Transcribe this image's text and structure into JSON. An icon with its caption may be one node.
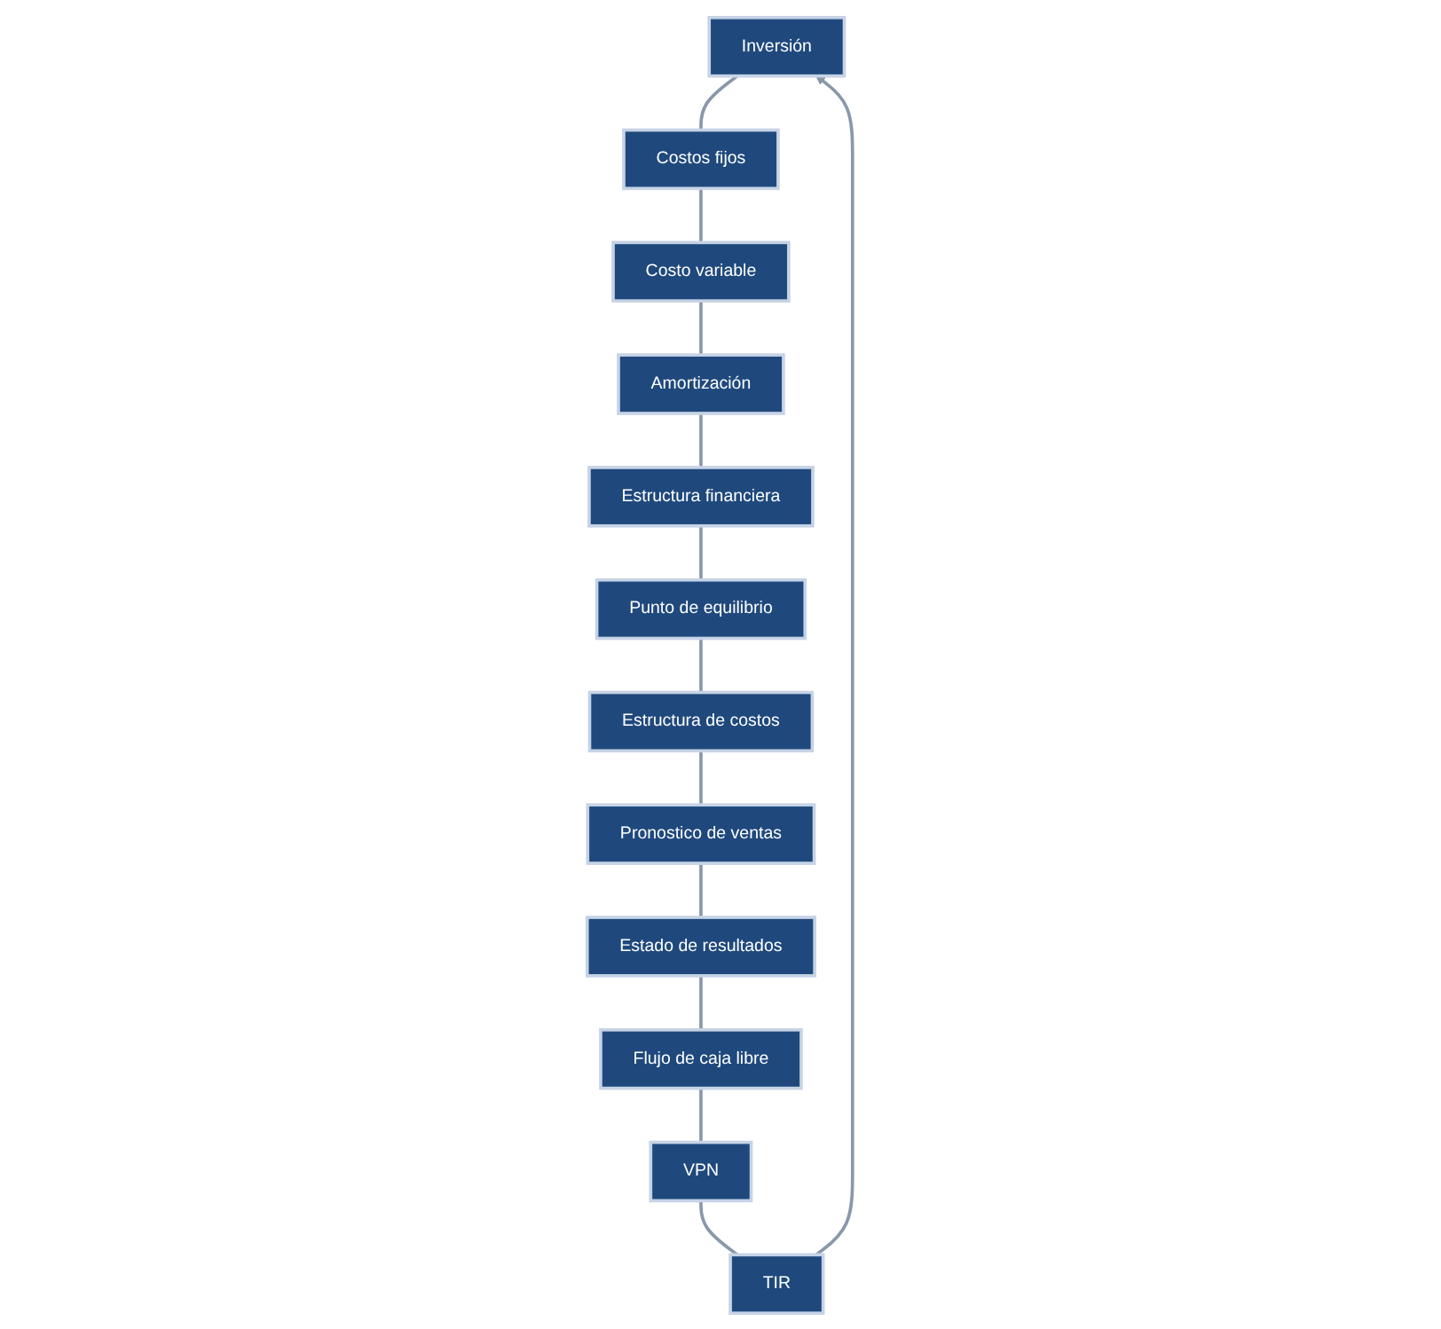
{
  "diagram": {
    "nodes": [
      {
        "text": [
          "Inversión"
        ]
      },
      {
        "text": [
          "Costos fijos"
        ]
      },
      {
        "text": [
          "Costo variable"
        ]
      },
      {
        "text": [
          "Amortización"
        ]
      },
      {
        "text": [
          "Estructura financiera"
        ]
      },
      {
        "text": [
          "Punto de equilibrio"
        ]
      },
      {
        "text": [
          "Estructura de costos"
        ]
      },
      {
        "text": [
          "Pronostico de ventas"
        ]
      },
      {
        "text": [
          "Estado de resultados"
        ]
      },
      {
        "text": [
          "Flujo de caja libre"
        ]
      },
      {
        "text": [
          "VPN"
        ]
      },
      {
        "text": [
          "TIR"
        ]
      }
    ],
    "edges": [
      {
        "from": 0,
        "to": 1,
        "arrow": "none"
      },
      {
        "from": 1,
        "to": 2,
        "arrow": "none"
      },
      {
        "from": 2,
        "to": 3,
        "arrow": "none"
      },
      {
        "from": 3,
        "to": 4,
        "arrow": "none"
      },
      {
        "from": 4,
        "to": 5,
        "arrow": "none"
      },
      {
        "from": 5,
        "to": 6,
        "arrow": "none"
      },
      {
        "from": 6,
        "to": 7,
        "arrow": "none"
      },
      {
        "from": 7,
        "to": 8,
        "arrow": "none"
      },
      {
        "from": 8,
        "to": 9,
        "arrow": "none"
      },
      {
        "from": 9,
        "to": 10,
        "arrow": "none"
      },
      {
        "from": 10,
        "to": 11,
        "arrow": "none"
      },
      {
        "from": 11,
        "to": 0,
        "arrow": "to"
      }
    ]
  }
}
